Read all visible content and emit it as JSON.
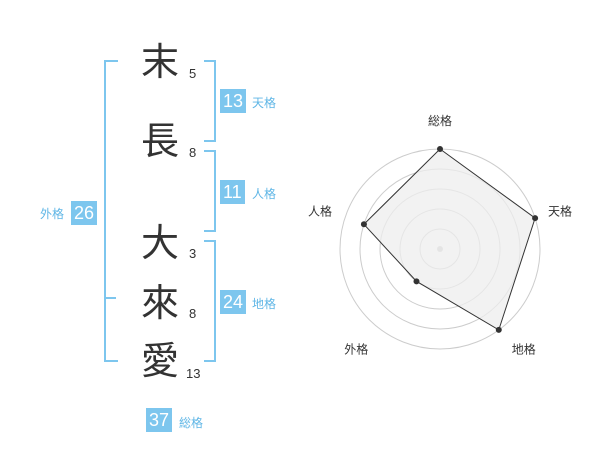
{
  "name_chars": [
    {
      "char": "末",
      "strokes": "5"
    },
    {
      "char": "長",
      "strokes": "8"
    },
    {
      "char": "大",
      "strokes": "3"
    },
    {
      "char": "來",
      "strokes": "8"
    },
    {
      "char": "愛",
      "strokes": "13"
    }
  ],
  "fortunes": {
    "tenkaku": {
      "value": "13",
      "label": "天格"
    },
    "jinkaku": {
      "value": "11",
      "label": "人格"
    },
    "chikaku": {
      "value": "24",
      "label": "地格"
    },
    "gaikaku": {
      "value": "26",
      "label": "外格"
    },
    "soukaku": {
      "value": "37",
      "label": "総格"
    }
  },
  "colors": {
    "accent": "#7dc6ee",
    "label_text": "#5fb6e6",
    "main_text": "#333333",
    "radar_fill": "#eeeeee",
    "radar_grid": "#cccccc"
  },
  "chart_data": {
    "type": "radar",
    "categories": [
      "総格",
      "天格",
      "地格",
      "外格",
      "人格"
    ],
    "values": [
      5,
      5,
      5,
      2,
      4
    ],
    "rmax": 5,
    "rings": 5,
    "grid": true
  }
}
